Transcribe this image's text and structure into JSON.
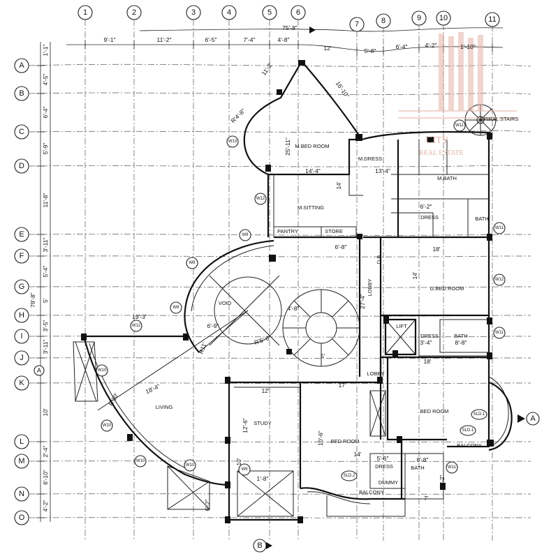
{
  "column_grid": [
    "1",
    "2",
    "3",
    "4",
    "5",
    "6",
    "7",
    "8",
    "9",
    "10",
    "11"
  ],
  "row_grid": [
    "A",
    "B",
    "C",
    "D",
    "E",
    "F",
    "G",
    "H",
    "I",
    "J",
    "K",
    "L",
    "M",
    "N",
    "O"
  ],
  "section_markers": {
    "side": "A",
    "bottom": "B"
  },
  "top_dims": [
    "9'-1\"",
    "11'-2\"",
    "6'-5\"",
    "7'-4\"",
    "4'-8\"",
    "12'",
    "5'-8\"",
    "6'-4\"",
    "4'-2\"",
    "1'-10\""
  ],
  "top_total": "75'-8\"",
  "left_dims": [
    "1'-1\"",
    "4'-5\"",
    "6'-4\"",
    "5'-9\"",
    "11'-8\"",
    "3'-11\"",
    "5'-4\"",
    "5'",
    "3'-5\"",
    "3'-11\"",
    "10'",
    "2'-4\"",
    "6'-10\"",
    "4'-2\""
  ],
  "left_total": "79'-8\"",
  "rooms": [
    {
      "label": "M.BED ROOM"
    },
    {
      "label": "M.SITTING"
    },
    {
      "label": "M.DRESS"
    },
    {
      "label": "M.BATH"
    },
    {
      "label": "PANTRY"
    },
    {
      "label": "STORE"
    },
    {
      "label": "DRESS"
    },
    {
      "label": "BATH"
    },
    {
      "label": "G.BED ROOM"
    },
    {
      "label": "VOID"
    },
    {
      "label": "LOBBY"
    },
    {
      "label": "LIFT"
    },
    {
      "label": "DRESS"
    },
    {
      "label": "BATH"
    },
    {
      "label": "LIVING"
    },
    {
      "label": "STUDY"
    },
    {
      "label": "BED ROOM"
    },
    {
      "label": "BED ROOM"
    },
    {
      "label": "BALCONY"
    },
    {
      "label": "LOBBY"
    },
    {
      "label": "DRESS"
    },
    {
      "label": "BATH"
    },
    {
      "label": "DUMMY"
    },
    {
      "label": "BALCONY"
    },
    {
      "label": "SPIRAL STAIRS"
    },
    {
      "label": "D.B"
    }
  ],
  "inner_dims": [
    "11'-2\"",
    "16'-10\"",
    "25'-11\"",
    "14'-4\"",
    "13'-4\"",
    "14'",
    "6'-8\"",
    "18'",
    "14'",
    "18'",
    "17'",
    "12'",
    "12'-6\"",
    "19'-3\"",
    "18'-4\"",
    "6'-9\"",
    "27'-4\"",
    "4'-8\"",
    "5'",
    "6'-2\"",
    "8'-8\"",
    "3'-4\"",
    "1'-8\"",
    "10'",
    "10'-6\"",
    "14'",
    "9'-2\"",
    "7'",
    "5'-6\"",
    "8'-8\"",
    "R'4'-8\"",
    "R'30'",
    "R11'",
    "R'5'-6\"",
    "6'-2\""
  ],
  "window_tags": [
    "W11",
    "W12",
    "W13",
    "W8",
    "W8",
    "W8",
    "W12",
    "W12",
    "W11",
    "W11",
    "W10",
    "W10",
    "W10",
    "W10",
    "W9",
    "W11",
    "SLD.1",
    "SLD.1",
    "SLD.2"
  ],
  "watermark": {
    "line1": "CITY",
    "line2": "REAL ESTATE"
  }
}
